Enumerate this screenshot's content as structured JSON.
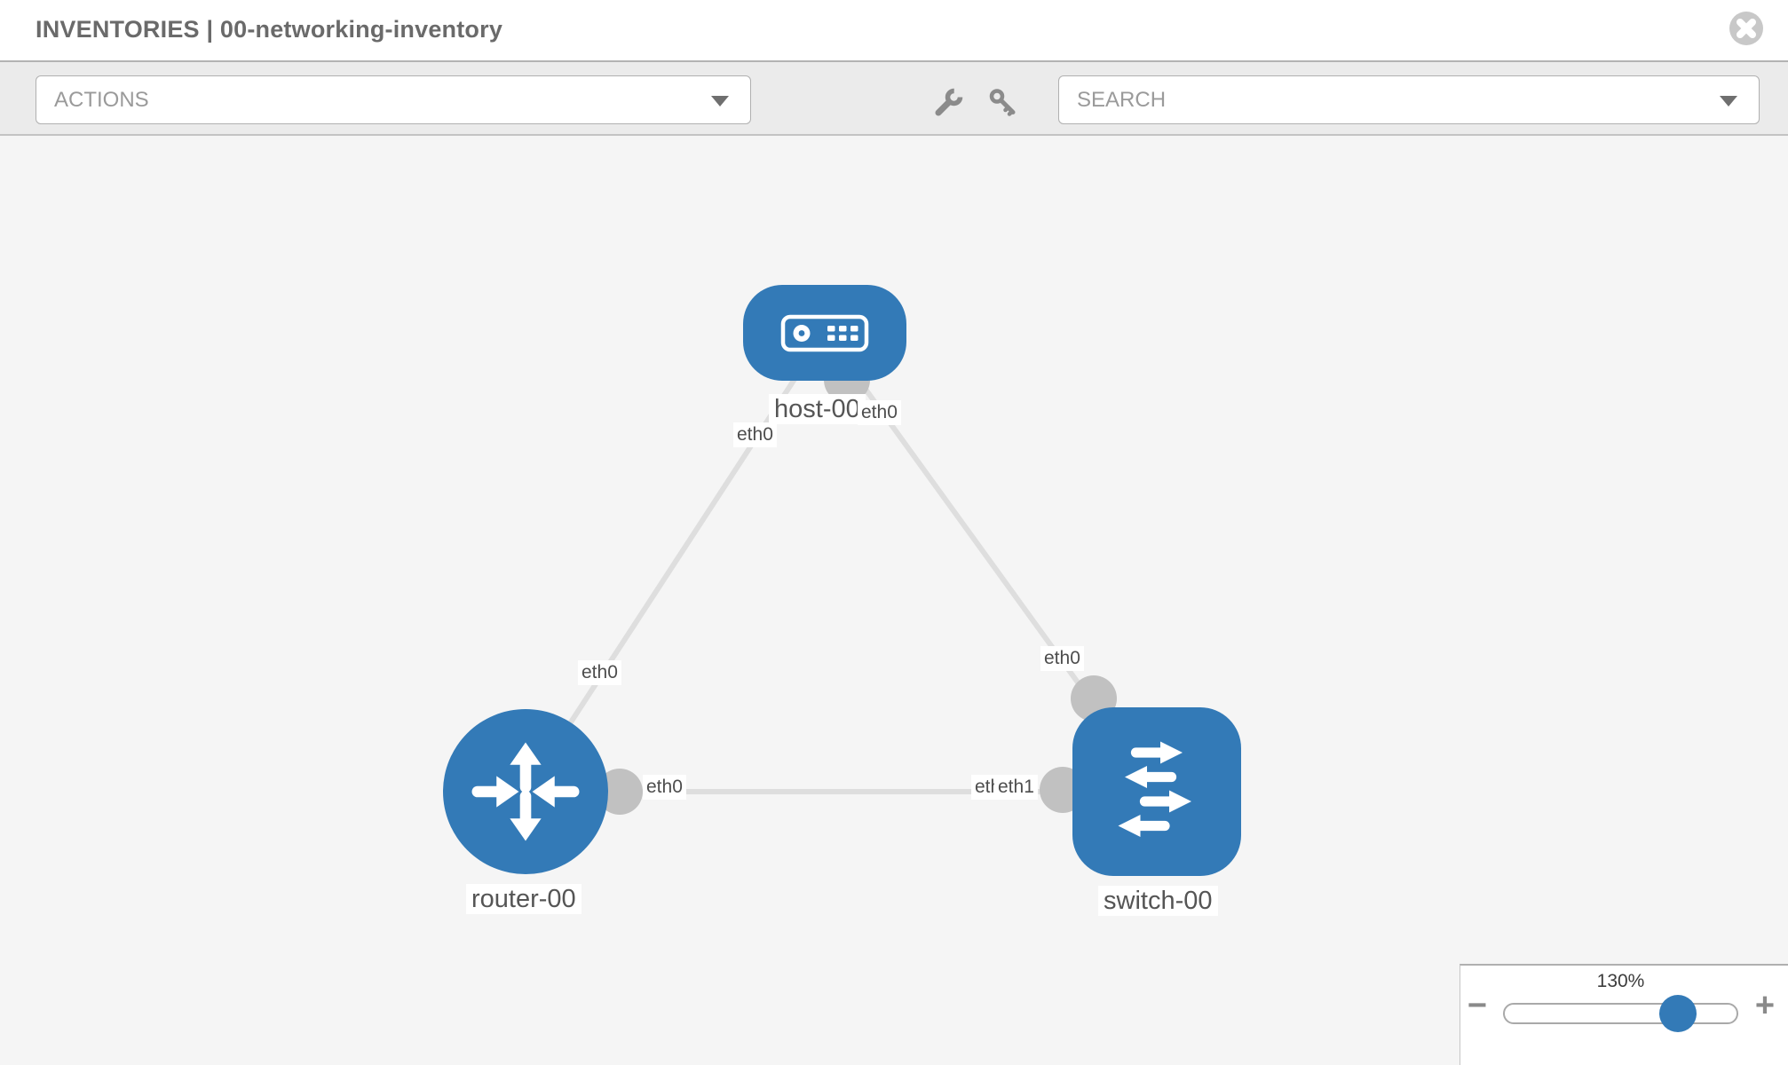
{
  "window": {
    "title": "INVENTORIES | 00-networking-inventory"
  },
  "toolbar": {
    "actions_placeholder": "ACTIONS",
    "search_placeholder": "SEARCH",
    "icons": [
      "wrench",
      "key"
    ]
  },
  "topology": {
    "nodes": [
      {
        "name": "host-00",
        "type": "host"
      },
      {
        "name": "router-00",
        "type": "router"
      },
      {
        "name": "switch-00",
        "type": "switch"
      }
    ],
    "links": [
      {
        "source": "router-00",
        "target": "host-00",
        "source_interface": "eth0",
        "target_interface": "eth0"
      },
      {
        "source": "host-00",
        "target": "switch-00",
        "source_interface": "eth0",
        "target_interface": "eth0"
      },
      {
        "source": "router-00",
        "target": "switch-00",
        "source_interface": "eth0",
        "target_interface": "eth1"
      }
    ],
    "labels": {
      "host": "host-00",
      "router": "router-00",
      "switch": "switch-00",
      "if_host_left": "eth0",
      "if_host_right": "eth0",
      "if_router_host_link": "eth0",
      "if_switch_top": "eth0",
      "if_router_switch_link": "eth0",
      "if_switch_hidden": "eth0",
      "if_switch_left": "eth1"
    }
  },
  "zoom_control": {
    "level": "130%",
    "percent": 130,
    "minus": "−",
    "plus": "+"
  },
  "colors": {
    "node_blue": "#337ab7",
    "port_gray": "#c1c1c1",
    "link_gray": "#dedede",
    "canvas_bg": "#f5f5f5"
  }
}
